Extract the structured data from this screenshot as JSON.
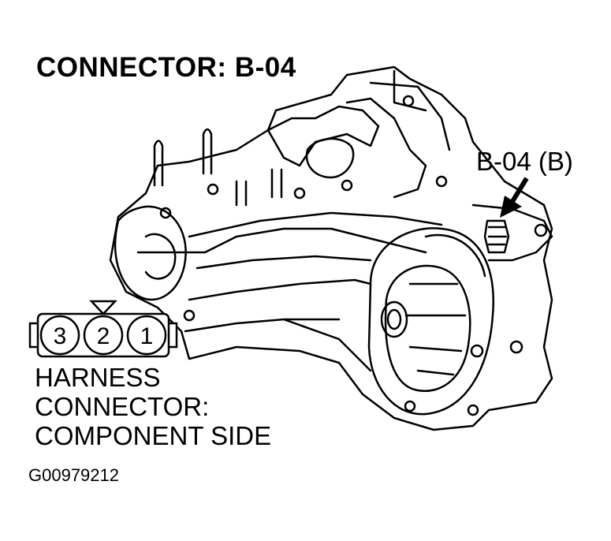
{
  "title": "CONNECTOR: B-04",
  "callout_label": "B-04 (B)",
  "harness_label": {
    "line1": "HARNESS",
    "line2": "CONNECTOR:",
    "line3": "COMPONENT SIDE"
  },
  "connector_pins": [
    "3",
    "2",
    "1"
  ],
  "figure_id": "G00979212",
  "colors": {
    "ink": "#000000",
    "background": "#ffffff"
  }
}
